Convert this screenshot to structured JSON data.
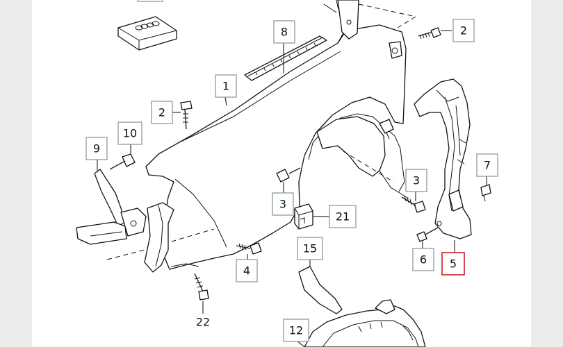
{
  "diagram": {
    "title": "Front fender parts diagram",
    "highlighted_callout": "5",
    "callouts": {
      "c2a": "2",
      "c8": "8",
      "c1": "1",
      "c2b": "2",
      "c10": "10",
      "c9": "9",
      "c3a": "3",
      "c3b": "3",
      "c7": "7",
      "c21": "21",
      "c15": "15",
      "c6": "6",
      "c5": "5",
      "c4": "4",
      "c22": "22",
      "c12": "12"
    },
    "colors": {
      "callout_border": "#8a9aa3",
      "highlight_border": "#c8202a",
      "line": "#111111"
    }
  }
}
